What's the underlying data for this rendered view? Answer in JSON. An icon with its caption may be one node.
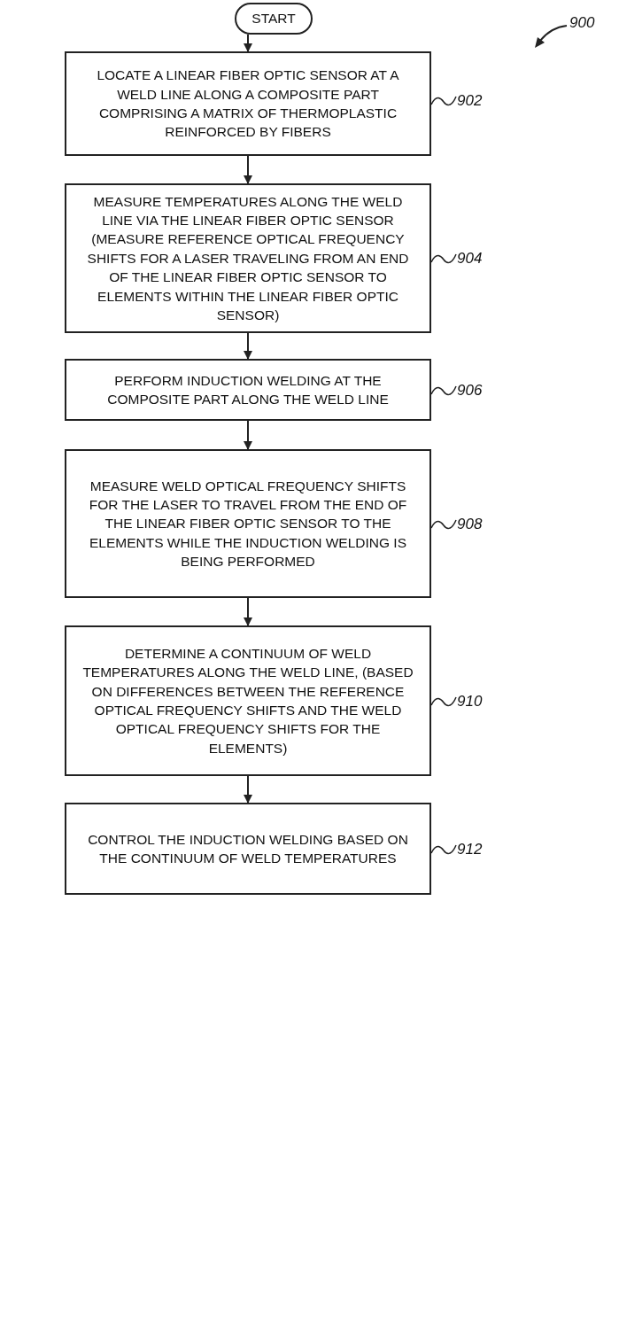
{
  "diagram": {
    "nodes": [
      {
        "text": [
          "START"
        ]
      },
      {
        "text": [
          "LOCATE A LINEAR FIBER OPTIC SENSOR AT A WELD LINE ALONG A COMPOSITE PART COMPRISING A MATRIX OF THERMOPLASTIC REINFORCED BY FIBERS"
        ]
      },
      {
        "text": [
          "MEASURE TEMPERATURES ALONG THE WELD LINE VIA THE LINEAR FIBER OPTIC SENSOR (MEASURE REFERENCE OPTICAL FREQUENCY SHIFTS FOR A LASER TRAVELING FROM AN END OF THE LINEAR FIBER OPTIC SENSOR TO ELEMENTS WITHIN THE LINEAR FIBER OPTIC SENSOR)"
        ]
      },
      {
        "text": [
          "PERFORM INDUCTION WELDING AT THE COMPOSITE PART ALONG THE WELD LINE"
        ]
      },
      {
        "text": [
          "MEASURE WELD OPTICAL FREQUENCY SHIFTS FOR THE LASER TO TRAVEL FROM THE END OF THE LINEAR FIBER OPTIC SENSOR TO THE ELEMENTS WHILE THE INDUCTION WELDING IS BEING PERFORMED"
        ]
      },
      {
        "text": [
          "DETERMINE A CONTINUUM OF WELD TEMPERATURES ALONG THE WELD LINE, (BASED ON DIFFERENCES BETWEEN THE REFERENCE OPTICAL FREQUENCY SHIFTS AND THE WELD OPTICAL FREQUENCY SHIFTS FOR THE ELEMENTS)"
        ]
      },
      {
        "text": [
          "CONTROL THE INDUCTION WELDING BASED ON THE CONTINUUM OF WELD TEMPERATURES"
        ]
      },
      {
        "text": [
          "902"
        ]
      },
      {
        "text": [
          "904"
        ]
      },
      {
        "text": [
          "906"
        ]
      },
      {
        "text": [
          "908"
        ]
      },
      {
        "text": [
          "910"
        ]
      },
      {
        "text": [
          "912"
        ]
      }
    ],
    "edges": [
      {
        "from": 0,
        "to": 1,
        "arrow": "to"
      },
      {
        "from": 1,
        "to": 2,
        "arrow": "to"
      },
      {
        "from": 2,
        "to": 3,
        "arrow": "to"
      },
      {
        "from": 3,
        "to": 4,
        "arrow": "to"
      },
      {
        "from": 4,
        "to": 5,
        "arrow": "to"
      },
      {
        "from": 5,
        "to": 6,
        "arrow": "to"
      },
      {
        "from": 7,
        "to": 1,
        "arrow": "none"
      },
      {
        "from": 8,
        "to": 2,
        "arrow": "none"
      },
      {
        "from": 9,
        "to": 3,
        "arrow": "none"
      },
      {
        "from": 10,
        "to": 4,
        "arrow": "none"
      },
      {
        "from": 11,
        "to": 5,
        "arrow": "none"
      },
      {
        "from": 12,
        "to": 6,
        "arrow": "none"
      }
    ],
    "labels": [
      "900"
    ]
  }
}
